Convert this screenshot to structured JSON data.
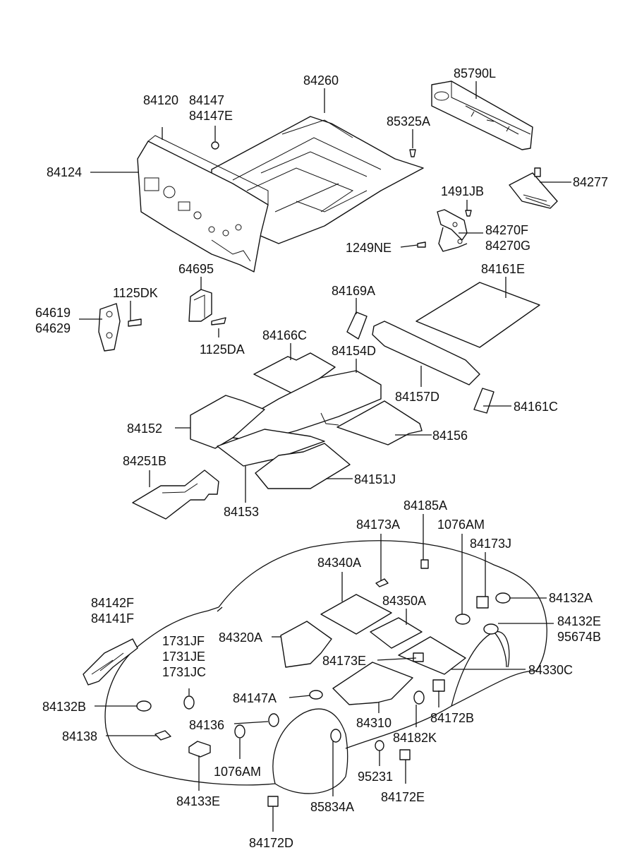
{
  "labels": {
    "l84120": "84120",
    "l84147": "84147",
    "l84147E": "84147E",
    "l84260": "84260",
    "l85790L": "85790L",
    "l85325A": "85325A",
    "l84124": "84124",
    "l84277": "84277",
    "l1491JB": "1491JB",
    "l84270F": "84270F",
    "l84270G": "84270G",
    "l1249NE": "1249NE",
    "l64695": "64695",
    "l1125DK": "1125DK",
    "l64619": "64619",
    "l64629": "64629",
    "l1125DA": "1125DA",
    "l84169A": "84169A",
    "l84161E": "84161E",
    "l84166C": "84166C",
    "l84154D": "84154D",
    "l84157D": "84157D",
    "l84161C": "84161C",
    "l84152": "84152",
    "l84156": "84156",
    "l84251B": "84251B",
    "l84151J": "84151J",
    "l84153": "84153",
    "l84185A": "84185A",
    "l84173A": "84173A",
    "l1076AM_top": "1076AM",
    "l84173J": "84173J",
    "l84340A": "84340A",
    "l84350A": "84350A",
    "l84132A": "84132A",
    "l84142F": "84142F",
    "l84141F": "84141F",
    "l84132E": "84132E",
    "l95674B": "95674B",
    "l1731JF": "1731JF",
    "l1731JE": "1731JE",
    "l1731JC": "1731JC",
    "l84320A": "84320A",
    "l84173E": "84173E",
    "l84330C": "84330C",
    "l84147A": "84147A",
    "l84132B": "84132B",
    "l84310": "84310",
    "l84172B": "84172B",
    "l84136": "84136",
    "l84182K": "84182K",
    "l84138": "84138",
    "l1076AM_bottom": "1076AM",
    "l95231": "95231",
    "l84172E": "84172E",
    "l84133E": "84133E",
    "l85834A": "85834A",
    "l84172D": "84172D"
  }
}
